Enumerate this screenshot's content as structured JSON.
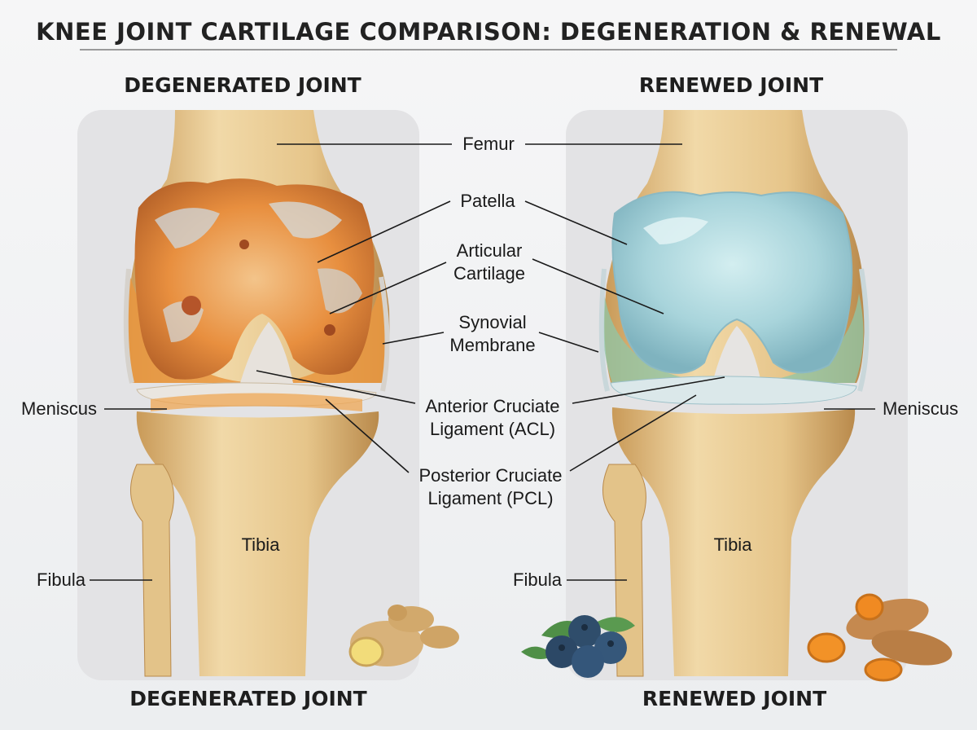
{
  "title": "KNEE JOINT CARTILAGE COMPARISON: DEGENERATION & RENEWAL",
  "left_panel": {
    "title_top": "DEGENERATED JOINT",
    "title_bottom": "DEGENERATED JOINT"
  },
  "right_panel": {
    "title_top": "RENEWED JOINT",
    "title_bottom": "RENEWED JOINT"
  },
  "labels": {
    "femur": "Femur",
    "patella": "Patella",
    "articular_1": "Articular",
    "articular_2": "Cartilage",
    "synovial_1": "Synovial",
    "synovial_2": "Membrane",
    "acl_1": "Anterior Cruciate",
    "acl_2": "Ligament (ACL)",
    "pcl_1": "Posterior Cruciate",
    "pcl_2": "Ligament (PCL)",
    "meniscus_left": "Meniscus",
    "meniscus_right": "Meniscus",
    "tibia_left": "Tibia",
    "tibia_right": "Tibia",
    "fibula_left": "Fibula",
    "fibula_right": "Fibula"
  },
  "colors": {
    "bone": "#e7c98f",
    "degenerated_cartilage": "#e9964a",
    "renewed_cartilage": "#a9d6dc",
    "leader_line": "#1a1a1a"
  },
  "decorations": [
    "ginger-root-illustration",
    "blueberries-illustration",
    "turmeric-root-illustration"
  ]
}
